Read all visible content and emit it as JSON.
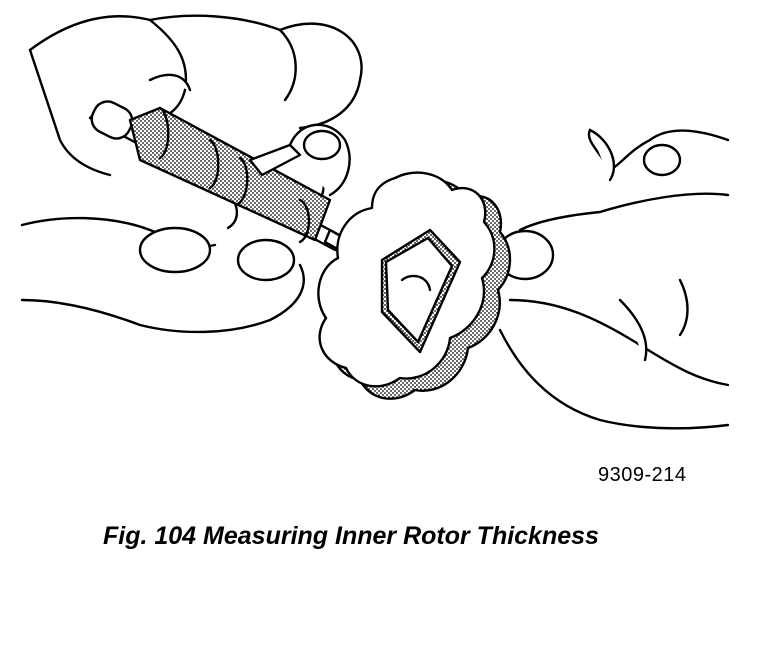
{
  "figure": {
    "reference_number": "9309-214",
    "caption": "Fig. 104 Measuring Inner Rotor Thickness"
  },
  "illustration": {
    "subject": "hands measuring rotor with micrometer",
    "parts": [
      "left-hand",
      "micrometer",
      "right-hand",
      "inner-rotor"
    ],
    "colors": {
      "ink": "#000000",
      "paper": "#ffffff",
      "shade": "#9a9a9a"
    }
  }
}
